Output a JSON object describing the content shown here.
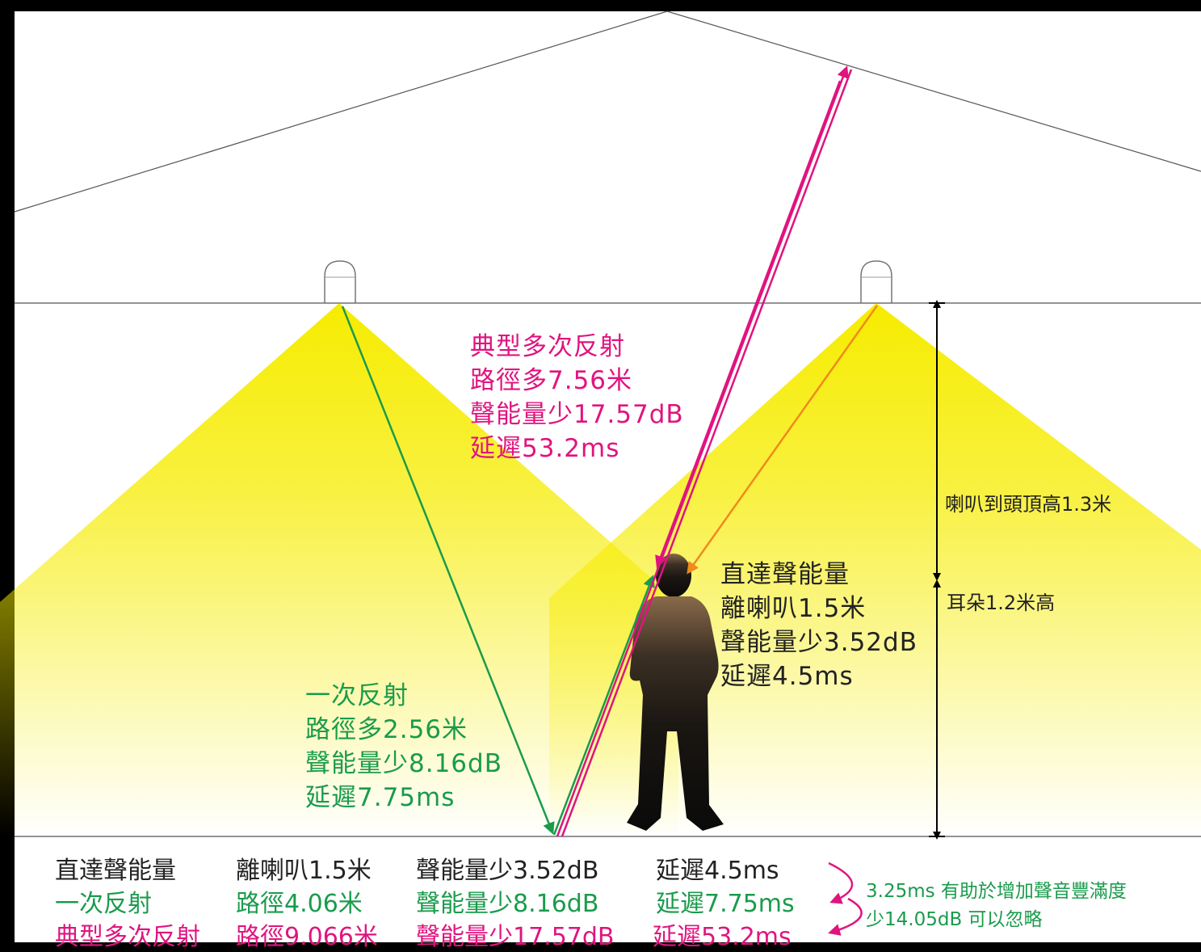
{
  "colors": {
    "magenta": "#e0147f",
    "green": "#1a9b4c",
    "orange": "#f08a1c",
    "cone": "#f6ec00",
    "text": "#222222"
  },
  "labels": {
    "multi": [
      "典型多次反射",
      "路徑多7.56米",
      "聲能量少17.57dB",
      "延遲53.2ms"
    ],
    "first": [
      "一次反射",
      "路徑多2.56米",
      "聲能量少8.16dB",
      "延遲7.75ms"
    ],
    "direct": [
      "直達聲能量",
      "離喇叭1.5米",
      "聲能量少3.52dB",
      "延遲4.5ms"
    ],
    "height_speaker": "喇叭到頭頂高1.3米",
    "height_ear": "耳朵1.2米高"
  },
  "table": {
    "rows": [
      {
        "name": "直達聲能量",
        "path": "離喇叭1.5米",
        "energy": "聲能量少3.52dB",
        "delay": "延遲4.5ms"
      },
      {
        "name": "一次反射",
        "path": "路徑4.06米",
        "energy": "聲能量少8.16dB",
        "delay": "延遲7.75ms"
      },
      {
        "name": "典型多次反射",
        "path": "路徑9.066米",
        "energy": "聲能量少17.57dB",
        "delay": "延遲53.2ms"
      }
    ],
    "note1": "3.25ms 有助於增加聲音豐滿度",
    "note2": "少14.05dB 可以忽略"
  }
}
